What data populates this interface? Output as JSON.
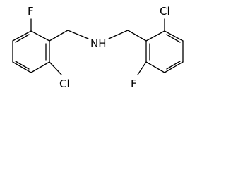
{
  "colors": {
    "bond": "#000000",
    "label": "#000000",
    "background": "#ffffff"
  },
  "atoms": {
    "fluorine_top_left": "F",
    "chlorine_bottom_left": "Cl",
    "amine": "NH",
    "chlorine_top_right": "Cl",
    "fluorine_bottom_right": "F"
  }
}
